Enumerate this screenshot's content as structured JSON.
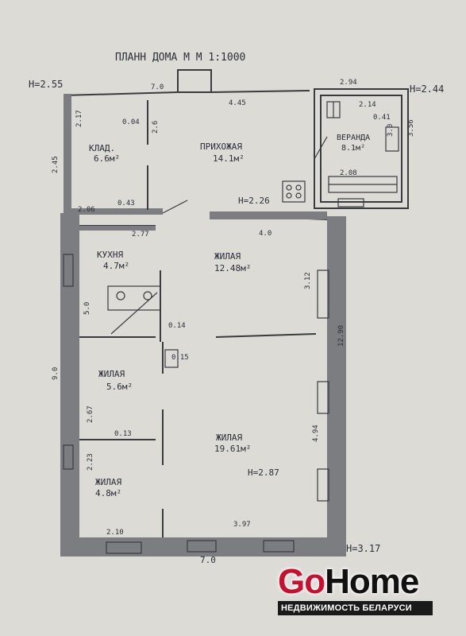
{
  "plan": {
    "title": "ПЛАНН ДОМА М М 1:1000",
    "heights": {
      "top_left": "Н=2.55",
      "top_right": "Н=2.44",
      "bottom_right": "Н=3.17"
    },
    "rooms": [
      {
        "name": "КЛАД.",
        "area": "6.6м²"
      },
      {
        "name": "ПРИХОЖАЯ",
        "area": "14.1м²"
      },
      {
        "name": "ВЕРАНДА",
        "area": "8.1м²"
      },
      {
        "name": "КУХНЯ",
        "area": "4.7м²"
      },
      {
        "name": "ЖИЛАЯ",
        "area": "12.48м²"
      },
      {
        "name": "ЖИЛАЯ",
        "area": "5.6м²"
      },
      {
        "name": "ЖИЛАЯ",
        "area": "19.61м²"
      },
      {
        "name": "ЖИЛАЯ",
        "area": "4.8м²"
      }
    ],
    "dims": {
      "top_center": "7.0",
      "hall_top": "4.45",
      "ver_top": "2.94",
      "ver_inner": "2.14",
      "ver_small": "0.41",
      "ver_side": "3.0",
      "ver_right": "3.56",
      "ver_bottom": "2.08",
      "left_top": "2.45",
      "klad_side": "2.17",
      "klad_inner1": "0.04",
      "klad_inner2": "2.6",
      "klad_bottom": "2.06",
      "klad_small": "0.43",
      "hall_height": "Н=2.26",
      "kitchen_top": "2.77",
      "living1_top": "4.0",
      "left_mid": "5.0",
      "inner_014": "0.14",
      "inner_015": "0.15",
      "right_312": "3.12",
      "right_total": "12.90",
      "left_total": "9.0",
      "left_267": "2.67",
      "inner_013": "0.13",
      "right_494": "4.94",
      "left_223": "2.23",
      "living_height": "Н=2.87",
      "bottom_210": "2.10",
      "bottom_397": "3.97",
      "bottom_total": "7.0"
    }
  },
  "logo": {
    "go": "Go",
    "home": "Home",
    "tagline": "НЕДВИЖИМОСТЬ БЕЛАРУСИ",
    "brand_red": "#c8102e"
  }
}
